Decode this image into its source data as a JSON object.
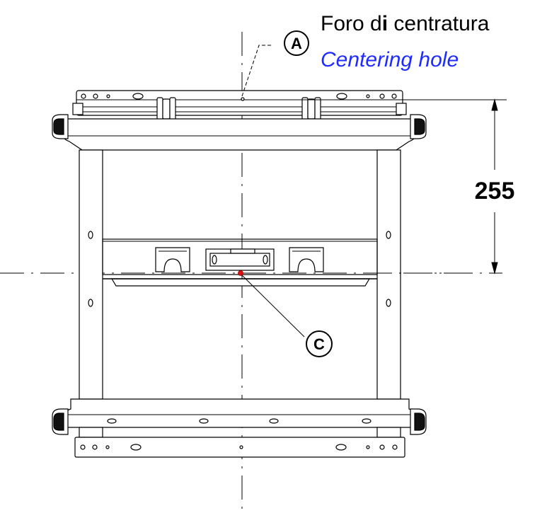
{
  "labels": {
    "title_it_part1": "Foro d",
    "title_it_bold": "i",
    "title_it_part2": " centratura",
    "title_en": "Centering hole",
    "dimension": "255",
    "callout_a": "A",
    "callout_c": "C"
  },
  "colors": {
    "line": "#000000",
    "english_text": "#1f2bff",
    "marker_red": "#e01010"
  },
  "icons": {
    "callout_a": "circled-letter-a",
    "callout_c": "circled-letter-c"
  }
}
